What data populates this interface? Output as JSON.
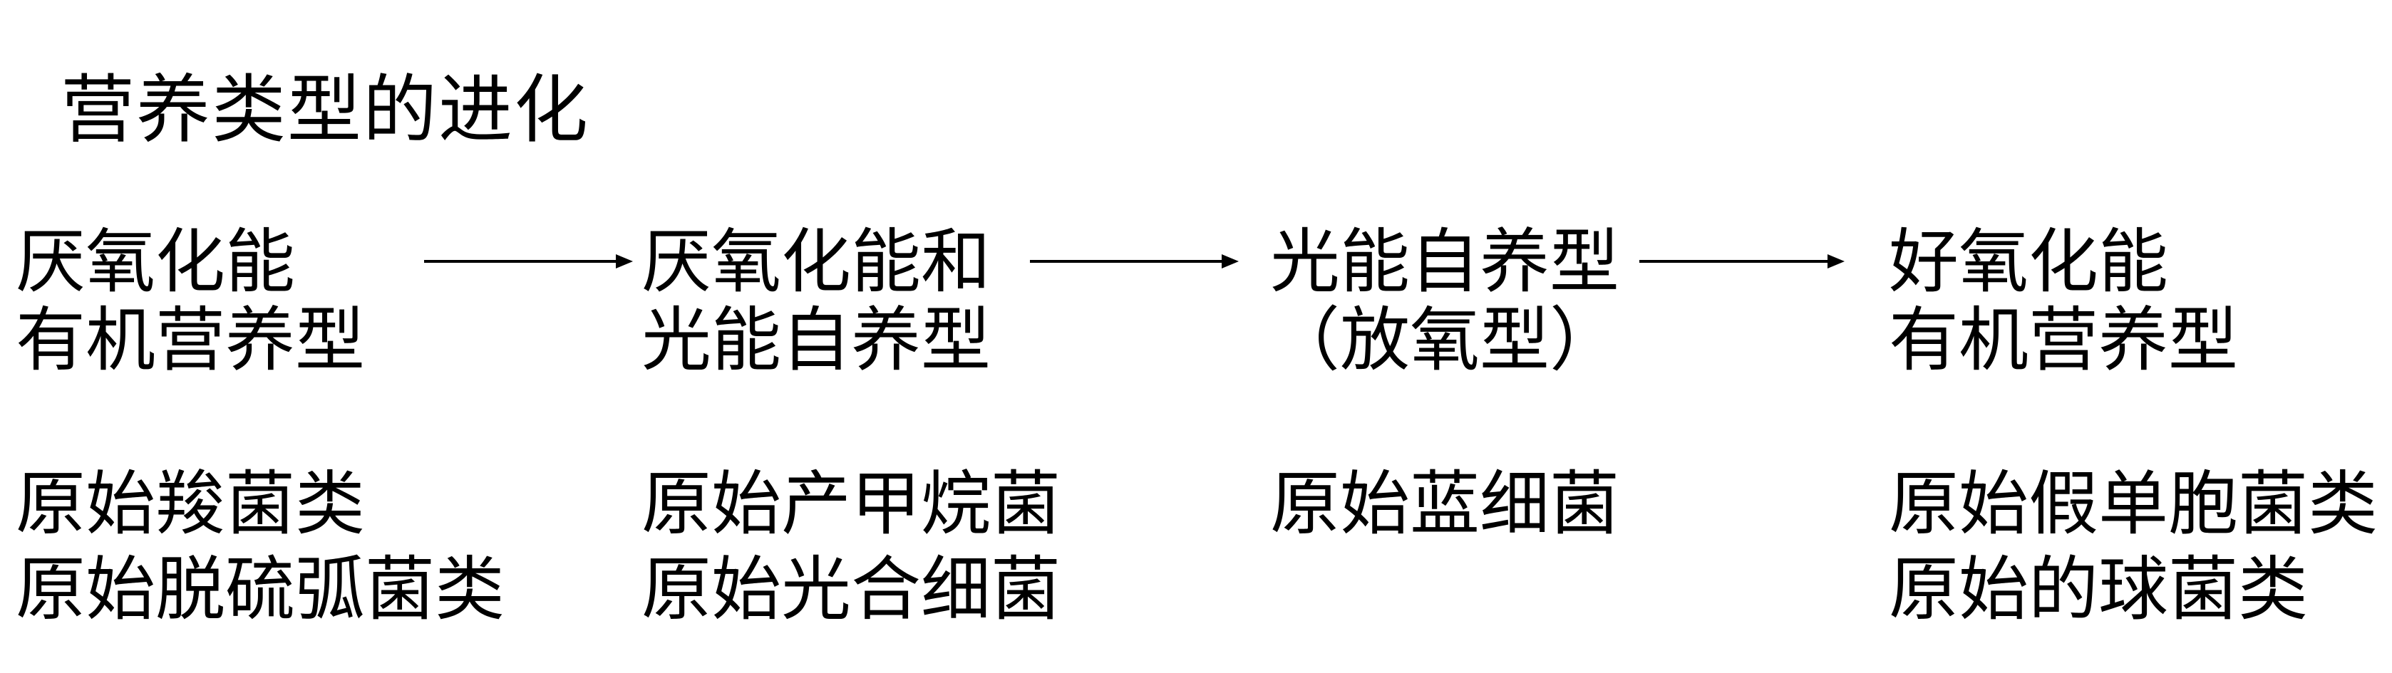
{
  "title": "营养类型的进化",
  "stages": [
    {
      "type_lines": [
        "厌氧化能",
        "有机营养型"
      ],
      "organism_lines": [
        "原始羧菌类",
        "原始脱硫弧菌类"
      ]
    },
    {
      "type_lines": [
        "厌氧化能和",
        "光能自养型"
      ],
      "organism_lines": [
        "原始产甲烷菌",
        "原始光合细菌"
      ]
    },
    {
      "type_lines": [
        "光能自养型",
        "（放氧型）"
      ],
      "organism_lines": [
        "原始蓝细菌"
      ]
    },
    {
      "type_lines": [
        "好氧化能",
        "有机营养型"
      ],
      "organism_lines": [
        "原始假单胞菌类",
        "原始的球菌类"
      ]
    }
  ],
  "colors": {
    "text": "#000000",
    "arrow": "#000000",
    "background": "#ffffff"
  }
}
